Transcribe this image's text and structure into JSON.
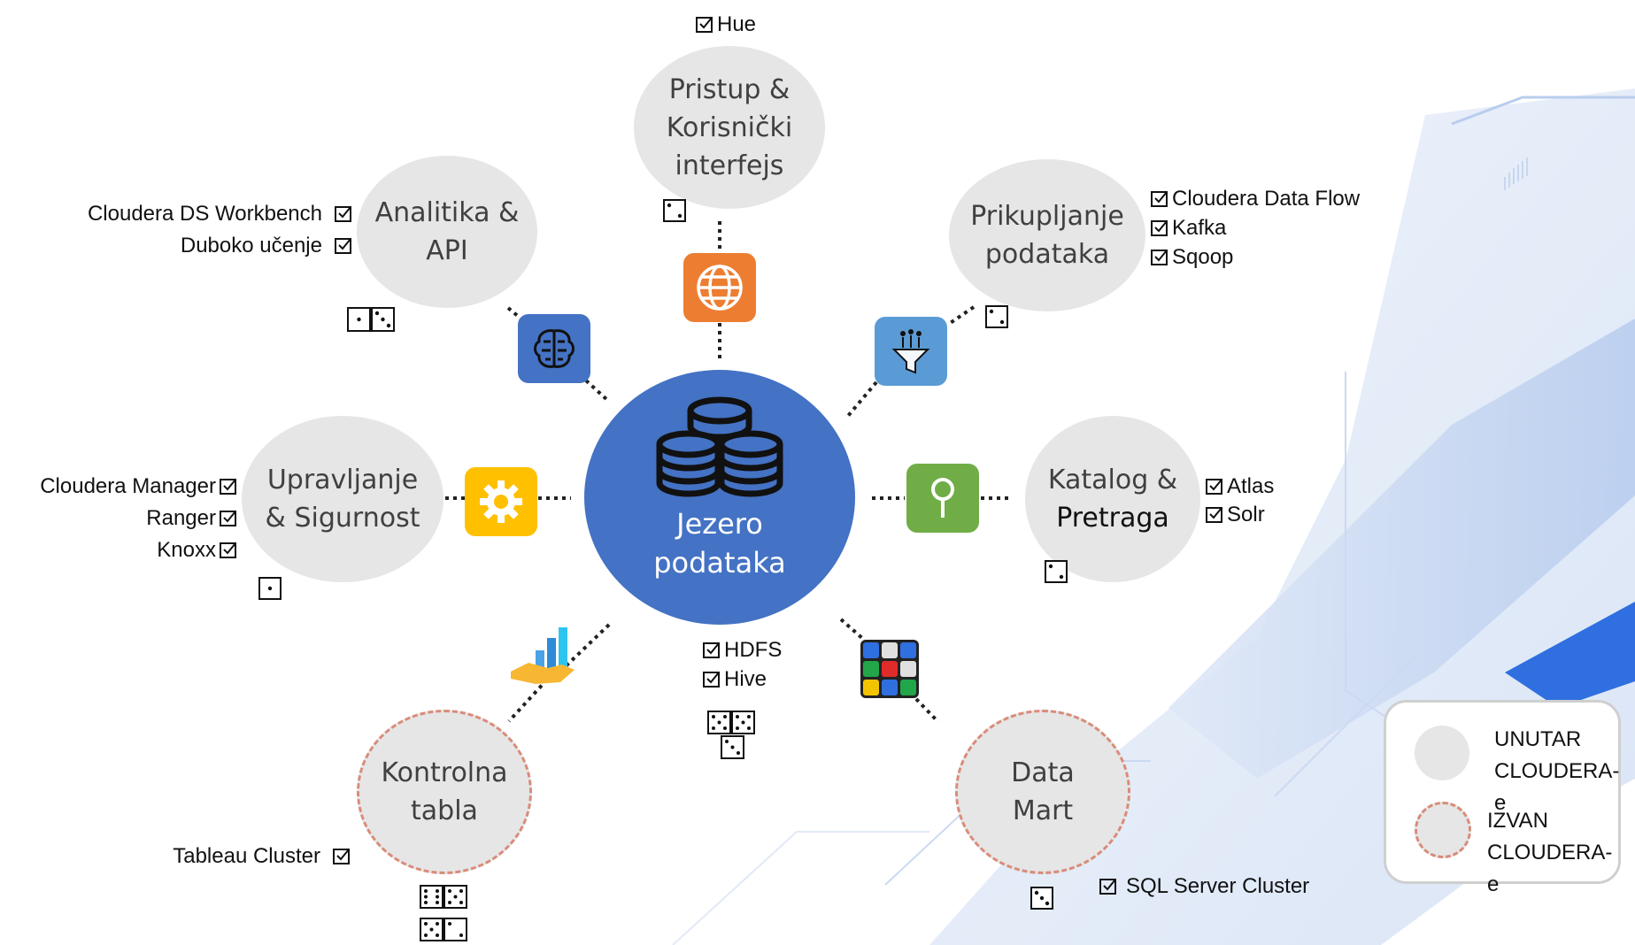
{
  "center": {
    "line1": "Jezero",
    "line2": "podataka",
    "items": [
      "HDFS",
      "Hive"
    ]
  },
  "nodes": {
    "access": {
      "line1": "Pristup &",
      "line2": "Korisnički",
      "line3": "interfejs",
      "items": [
        "Hue"
      ]
    },
    "analytics": {
      "line1": "Analitika &",
      "line2": "API",
      "items": [
        "Cloudera DS Workbench",
        "Duboko učenje"
      ]
    },
    "ingest": {
      "line1": "Prikupljanje",
      "line2": "podataka",
      "items": [
        "Cloudera Data Flow",
        "Kafka",
        "Sqoop"
      ]
    },
    "governance": {
      "line1": "Upravljanje",
      "line2": "& Sigurnost",
      "items": [
        "Cloudera Manager",
        "Ranger",
        "Knoxx"
      ]
    },
    "catalog": {
      "line1": "Katalog &",
      "line2": "Pretraga",
      "items": [
        "Atlas",
        "Solr"
      ]
    },
    "dashboard": {
      "line1": "Kontrolna",
      "line2": "tabla",
      "items": [
        "Tableau Cluster"
      ]
    },
    "datamart": {
      "line1": "Data",
      "line2": "Mart",
      "items": [
        "SQL Server Cluster"
      ]
    }
  },
  "legend": {
    "inside_line1": "UNUTAR",
    "inside_line2": "CLOUDERA-e",
    "outside_line1": "IZVAN",
    "outside_line2": "CLOUDERA-e"
  },
  "icons": {
    "access": "globe-icon",
    "analytics": "brain-icon",
    "ingest": "funnel-icon",
    "governance": "gear-icon",
    "catalog": "search-icon",
    "dashboard": "chart-hand-icon",
    "datamart": "cube-icon",
    "center": "database-icon"
  },
  "colors": {
    "node_fill": "#e6e6e6",
    "center": "#4472c4",
    "globe_tile": "#ed7d31",
    "brain_tile": "#4472c4",
    "funnel_tile": "#5b9bd5",
    "gear_tile": "#ffc000",
    "search_tile": "#70ad47",
    "outside_border": "#d98c7a"
  }
}
